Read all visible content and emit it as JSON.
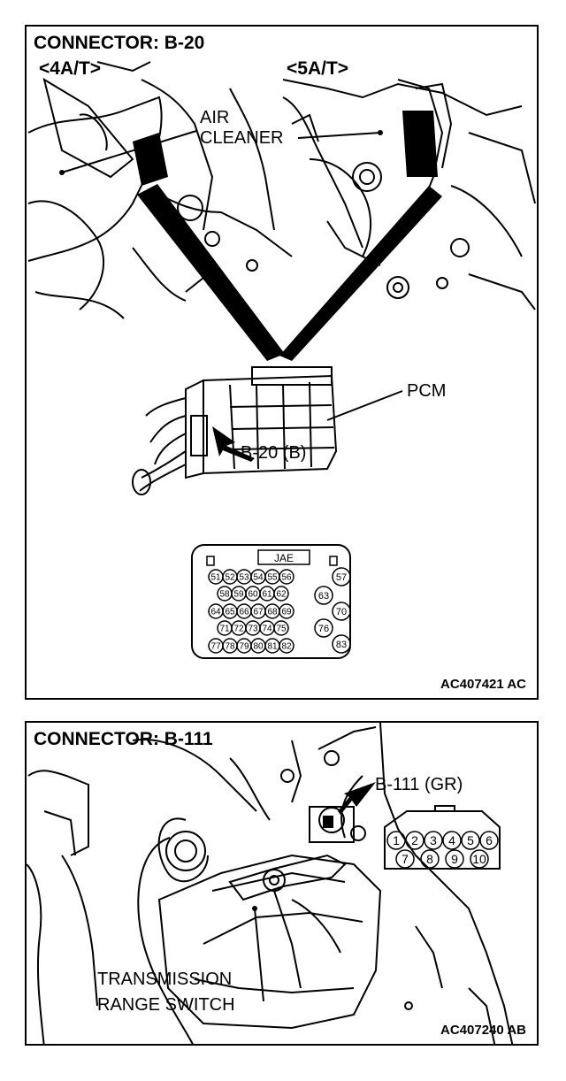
{
  "panel_top": {
    "title": "CONNECTOR: B-20",
    "variant_left": "<4A/T>",
    "variant_right": "<5A/T>",
    "label_air_line1": "AIR",
    "label_air_line2": "CLEANER",
    "label_pcm": "PCM",
    "label_connector": "B-20 (B)",
    "connector_header": "JAE",
    "pins": [
      "51",
      "52",
      "53",
      "54",
      "55",
      "56",
      "57",
      "58",
      "59",
      "60",
      "61",
      "62",
      "63",
      "64",
      "65",
      "66",
      "67",
      "68",
      "69",
      "70",
      "71",
      "72",
      "73",
      "74",
      "75",
      "76",
      "77",
      "78",
      "79",
      "80",
      "81",
      "82",
      "83"
    ],
    "figure_code": "AC407421 AC"
  },
  "panel_bottom": {
    "title": "CONNECTOR: B-111",
    "label_connector": "B-111 (GR)",
    "label_switch_line1": "TRANSMISSION",
    "label_switch_line2": "RANGE SWITCH",
    "pins": [
      "1",
      "2",
      "3",
      "4",
      "5",
      "6",
      "7",
      "8",
      "9",
      "10"
    ],
    "figure_code": "AC407240 AB"
  }
}
